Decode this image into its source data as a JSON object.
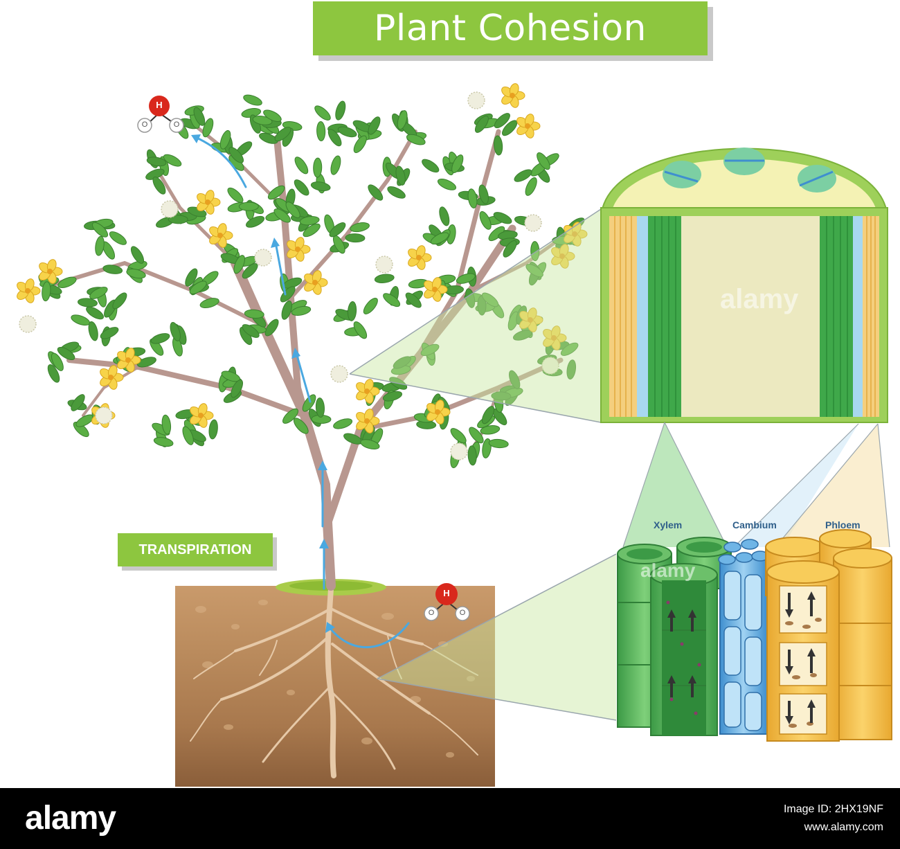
{
  "title": "Plant Cohesion",
  "process_label": "TRANSPIRATION",
  "molecule": {
    "center_atom": "H",
    "side_atoms": [
      "O",
      "O"
    ]
  },
  "tissues": {
    "xylem": "Xylem",
    "cambium": "Cambium",
    "phloem": "Phloem"
  },
  "watermark": "alamy",
  "footer": {
    "logo": "alamy",
    "image_id_label": "Image ID: 2HX19NF",
    "url": "www.alamy.com"
  },
  "colors": {
    "banner_green": "#8dc63f",
    "leaf_green": "#4a9a3a",
    "flower_yellow": "#f7d34a",
    "branch_brown": "#b8978f",
    "soil_brown": "#a8784d",
    "water_arrow": "#4aa8e0",
    "xylem_green": "#4caf50",
    "cambium_blue": "#5aa9df",
    "phloem_orange": "#f0b840",
    "molecule_red": "#d9281c"
  },
  "icons": [
    "water-molecule-icon",
    "water-flow-arrow-icon",
    "flower-icon",
    "leaf-icon"
  ]
}
